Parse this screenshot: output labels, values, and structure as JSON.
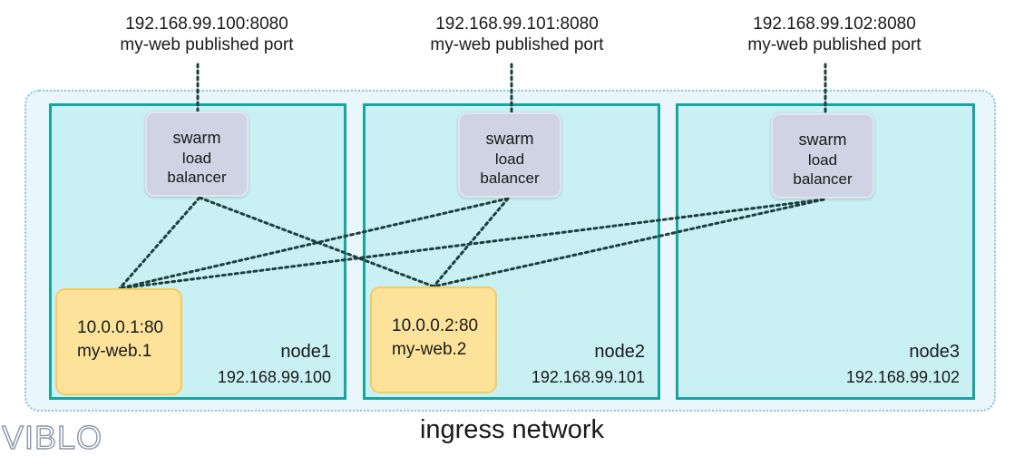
{
  "ports": [
    {
      "address": "192.168.99.100:8080",
      "caption": "my-web published port"
    },
    {
      "address": "192.168.99.101:8080",
      "caption": "my-web published port"
    },
    {
      "address": "192.168.99.102:8080",
      "caption": "my-web published port"
    }
  ],
  "nodes": [
    {
      "name": "node1",
      "ip": "192.168.99.100",
      "load_balancer": {
        "line1": "swarm",
        "line2": "load",
        "line3": "balancer"
      },
      "task": {
        "address": "10.0.0.1:80",
        "name": "my-web.1"
      }
    },
    {
      "name": "node2",
      "ip": "192.168.99.101",
      "load_balancer": {
        "line1": "swarm",
        "line2": "load",
        "line3": "balancer"
      },
      "task": {
        "address": "10.0.0.2:80",
        "name": "my-web.2"
      }
    },
    {
      "name": "node3",
      "ip": "192.168.99.102",
      "load_balancer": {
        "line1": "swarm",
        "line2": "load",
        "line3": "balancer"
      }
    }
  ],
  "network": {
    "label": "ingress network"
  },
  "watermark": {
    "text": "VIBLO"
  },
  "colors": {
    "node_fill": "#c9f0f2",
    "node_border": "#16a5a0",
    "ingress_fill": "#e9f6fb",
    "ingress_border": "#8fc4dd",
    "load_balancer_fill": "#cfd3e3",
    "task_fill": "#fde39a",
    "task_border": "#f3cb62",
    "connector": "#1e3f3f"
  }
}
